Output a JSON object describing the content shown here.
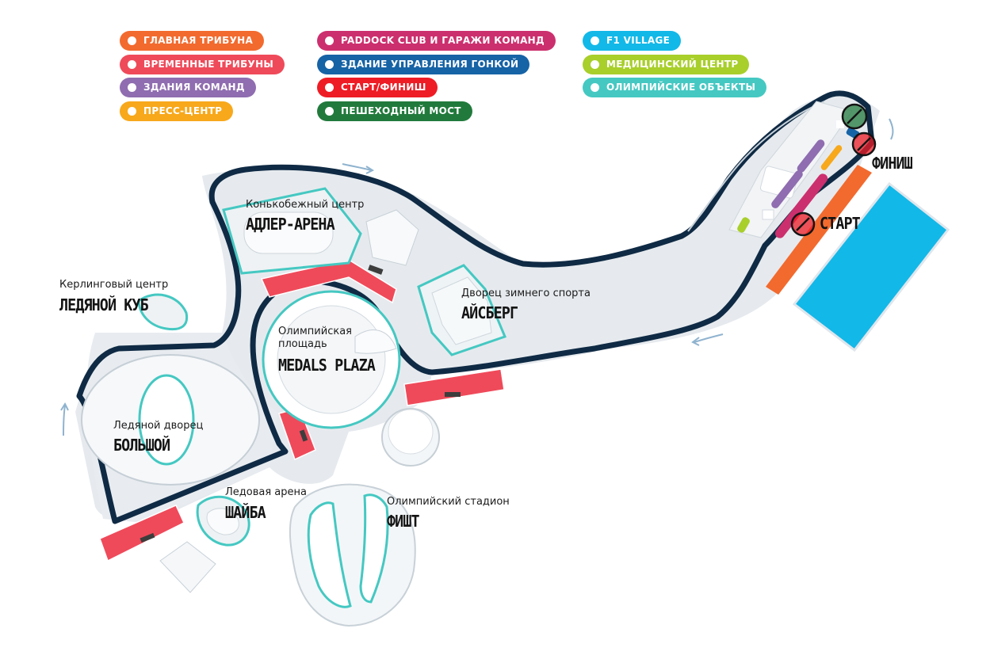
{
  "legend": {
    "items": [
      {
        "label": "ГЛАВНАЯ ТРИБУНА",
        "color": "#f26a2e"
      },
      {
        "label": "ВРЕМЕННЫЕ ТРИБУНЫ",
        "color": "#ef4a5a"
      },
      {
        "label": "ЗДАНИЯ КОМАНД",
        "color": "#8f6db0"
      },
      {
        "label": "ПРЕСС-ЦЕНТР",
        "color": "#f7a81b"
      },
      {
        "label": "PADDOCK CLUB И ГАРАЖИ КОМАНД",
        "color": "#cc2f6e"
      },
      {
        "label": "ЗДАНИЕ УПРАВЛЕНИЯ ГОНКОЙ",
        "color": "#1663a6"
      },
      {
        "label": "СТАРТ/ФИНИШ",
        "color": "#ee1c25"
      },
      {
        "label": "ПЕШЕХОДНЫЙ МОСТ",
        "color": "#217a3c"
      },
      {
        "label": "F1 VILLAGE",
        "color": "#12b8e8"
      },
      {
        "label": "МЕДИЦИНСКИЙ ЦЕНТР",
        "color": "#a8cf2a"
      },
      {
        "label": "ОЛИМПИЙСКИЕ ОБЪЕКТЫ",
        "color": "#45c8c2"
      }
    ]
  },
  "venues": {
    "adler": {
      "subtitle": "Конькобежный центр",
      "name": "АДЛЕР-АРЕНА"
    },
    "cube": {
      "subtitle": "Керлинговый центр",
      "name": "ЛЕДЯНОЙ КУБ"
    },
    "iceberg": {
      "subtitle": "Дворец зимнего спорта",
      "name": "АЙСБЕРГ"
    },
    "plaza": {
      "subtitle_line1": "Олимпийская",
      "subtitle_line2": "площадь",
      "name": "MEDALS PLAZA"
    },
    "bolshoy": {
      "subtitle": "Ледяной дворец",
      "name": "БОЛЬШОЙ"
    },
    "shayba": {
      "subtitle": "Ледовая арена",
      "name": "ШАЙБА"
    },
    "fisht": {
      "subtitle": "Олимпийский стадион",
      "name": "ФИШТ"
    }
  },
  "track": {
    "finish_label": "ФИНИШ",
    "start_label": "СТАРТ",
    "track_color": "#0f2a44",
    "olympic_color": "#45c8c2"
  }
}
